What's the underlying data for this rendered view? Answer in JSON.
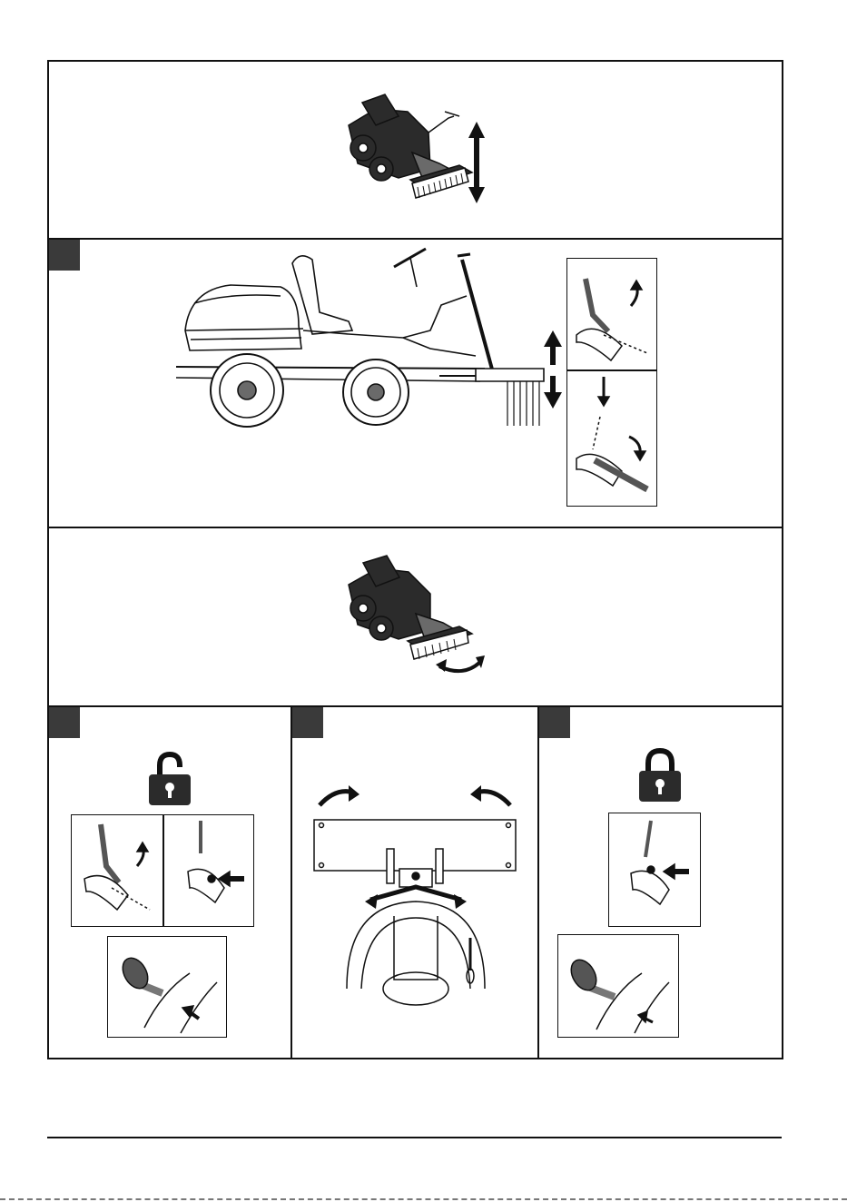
{
  "document": {
    "kind": "instruction-illustration-page",
    "sections": {
      "top": {
        "illustration": "rider-with-brush-height-adjust",
        "icons": [
          "double-vertical-arrow-icon"
        ]
      },
      "side": {
        "illustration": "rider-side-view-with-brush",
        "icons": [
          "lift-arrows-icon",
          "lever-up-inset",
          "lever-down-inset"
        ]
      },
      "rotate": {
        "illustration": "rider-with-brush-angle-adjust",
        "icons": [
          "curved-double-arrow-icon"
        ]
      },
      "bottom": {
        "steps": [
          {
            "icon": "padlock-open-icon"
          },
          {
            "icon": "angle-adjust-front-view"
          },
          {
            "icon": "padlock-closed-icon"
          }
        ]
      }
    }
  },
  "colors": {
    "line": "#111111",
    "marker": "#3a3a3a",
    "fill_dark": "#2b2b2b",
    "fill_mid": "#6a6a6a"
  }
}
